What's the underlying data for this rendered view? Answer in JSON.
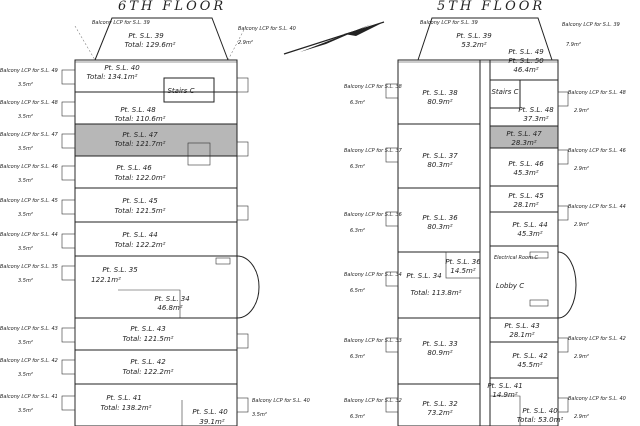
{
  "titles": {
    "left": "6TH FLOOR",
    "right": "5TH FLOOR"
  },
  "sixth_floor": {
    "lots": [
      {
        "name": "Pt. S.L. 39",
        "area": "Total: 129.6m²"
      },
      {
        "name": "Pt. S.L. 40",
        "area": "Total: 134.1m²"
      },
      {
        "name": "Pt. S.L. 48",
        "area": "Total: 110.6m²"
      },
      {
        "name": "Pt. S.L. 47",
        "area": "Total: 121.7m²",
        "highlight": true
      },
      {
        "name": "Pt. S.L. 46",
        "area": "Total: 122.0m²"
      },
      {
        "name": "Pt. S.L. 45",
        "area": "Total: 121.5m²"
      },
      {
        "name": "Pt. S.L. 44",
        "area": "Total: 122.2m²"
      },
      {
        "name": "Pt. S.L. 35",
        "area": "122.1m²"
      },
      {
        "name": "Pt. S.L. 34",
        "area": "46.8m²"
      },
      {
        "name": "Pt. S.L. 43",
        "area": "Total: 121.5m²"
      },
      {
        "name": "Pt. S.L. 42",
        "area": "Total: 122.2m²"
      },
      {
        "name": "Pt. S.L. 41",
        "area": "Total: 138.2m²"
      },
      {
        "name": "Pt. S.L. 40",
        "area": "39.1m²"
      }
    ],
    "stairs": "Stairs C",
    "balconies": [
      {
        "label": "Balcony LCP for S.L. 39"
      },
      {
        "label": "Balcony LCP for S.L. 40",
        "area": "2.9m²"
      },
      {
        "label": "Balcony LCP for S.L. 49",
        "area": "3.5m²"
      },
      {
        "label": "Balcony LCP for S.L. 48",
        "area": "3.5m²"
      },
      {
        "label": "Balcony LCP for S.L. 47",
        "area": "3.5m²"
      },
      {
        "label": "Balcony LCP for S.L. 46",
        "area": "3.5m²"
      },
      {
        "label": "Balcony LCP for S.L. 45",
        "area": "3.5m²"
      },
      {
        "label": "Balcony LCP for S.L. 44",
        "area": "3.5m²"
      },
      {
        "label": "Balcony LCP for S.L. 35",
        "area": "3.5m²"
      },
      {
        "label": "Balcony LCP for S.L. 43",
        "area": "3.5m²"
      },
      {
        "label": "Balcony LCP for S.L. 42",
        "area": "3.5m²"
      },
      {
        "label": "Balcony LCP for S.L. 41",
        "area": "3.5m²"
      },
      {
        "label": "Balcony LCP for S.L. 40",
        "area": "3.5m²"
      }
    ]
  },
  "fifth_floor": {
    "lots": [
      {
        "name": "Pt. S.L. 39",
        "area": "53.2m²"
      },
      {
        "name": "Pt. S.L. 49",
        "area": ""
      },
      {
        "name": "Pt. S.L. 50",
        "area": "46.4m²"
      },
      {
        "name": "Pt. S.L. 38",
        "area": "80.9m²"
      },
      {
        "name": "Pt. S.L. 48",
        "area": "37.3m²"
      },
      {
        "name": "Pt. S.L. 37",
        "area": "80.3m²"
      },
      {
        "name": "Pt. S.L. 47",
        "area": "28.3m²",
        "highlight": true
      },
      {
        "name": "Pt. S.L. 46",
        "area": "45.3m²"
      },
      {
        "name": "Pt. S.L. 45",
        "area": "28.1m²"
      },
      {
        "name": "Pt. S.L. 36",
        "area": "80.3m²"
      },
      {
        "name": "Pt. S.L. 44",
        "area": "45.3m²"
      },
      {
        "name": "Pt. S.L. 34",
        "area": "Total: 113.8m²"
      },
      {
        "name": "Pt. S.L. 36",
        "area": "14.5m²"
      },
      {
        "name": "Pt. S.L. 43",
        "area": "28.1m²"
      },
      {
        "name": "Pt. S.L. 33",
        "area": "80.9m²"
      },
      {
        "name": "Pt. S.L. 42",
        "area": "45.5m²"
      },
      {
        "name": "Pt. S.L. 32",
        "area": "73.2m²"
      },
      {
        "name": "Pt. S.L. 41",
        "area": "14.9m²"
      },
      {
        "name": "Pt. S.L. 40",
        "area": "Total: 53.0m²"
      }
    ],
    "stairs": "Stairs C",
    "lobby": "Lobby C",
    "electrical": "Electrical Room C",
    "balconies": [
      {
        "label": "Balcony LCP for S.L. 39",
        "area": "7.9m²"
      },
      {
        "label": "Balcony LCP for S.L. 39"
      },
      {
        "label": "Balcony LCP for S.L. 38",
        "area": "6.3m²"
      },
      {
        "label": "Balcony LCP for S.L. 48",
        "area": "2.9m²"
      },
      {
        "label": "Balcony LCP for S.L. 37",
        "area": "6.3m²"
      },
      {
        "label": "Balcony LCP for S.L. 46",
        "area": "2.9m²"
      },
      {
        "label": "Balcony LCP for S.L. 36",
        "area": "6.3m²"
      },
      {
        "label": "Balcony LCP for S.L. 44",
        "area": "2.9m²"
      },
      {
        "label": "Balcony LCP for S.L. 34",
        "area": "6.5m²"
      },
      {
        "label": "Balcony LCP for S.L. 33",
        "area": "6.3m²"
      },
      {
        "label": "Balcony LCP for S.L. 42",
        "area": "2.9m²"
      },
      {
        "label": "Balcony LCP for S.L. 32",
        "area": "6.3m²"
      },
      {
        "label": "Balcony LCP for S.L. 40",
        "area": "2.9m²"
      }
    ]
  }
}
